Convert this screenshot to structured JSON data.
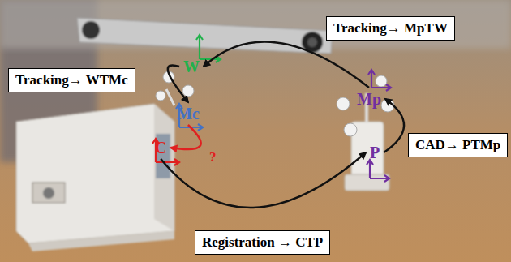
{
  "diagram": {
    "nodes": [
      {
        "text": [
          "W"
        ]
      },
      {
        "text": [
          "Mc"
        ]
      },
      {
        "text": [
          "C"
        ]
      },
      {
        "text": [
          "Mp"
        ]
      },
      {
        "text": [
          "P"
        ]
      }
    ],
    "edges": [
      {
        "from": 0,
        "to": 1,
        "arrow": "to",
        "label": "Tracking→ WTMc"
      },
      {
        "from": 3,
        "to": 0,
        "arrow": "to",
        "label": "Tracking→ MpTW"
      },
      {
        "from": 4,
        "to": 3,
        "arrow": "to",
        "label": "CAD→ PTMp"
      },
      {
        "from": 2,
        "to": 4,
        "arrow": "to",
        "label": "Registration → CTP"
      },
      {
        "from": 1,
        "to": 2,
        "arrow": "to",
        "label": "?"
      }
    ]
  }
}
